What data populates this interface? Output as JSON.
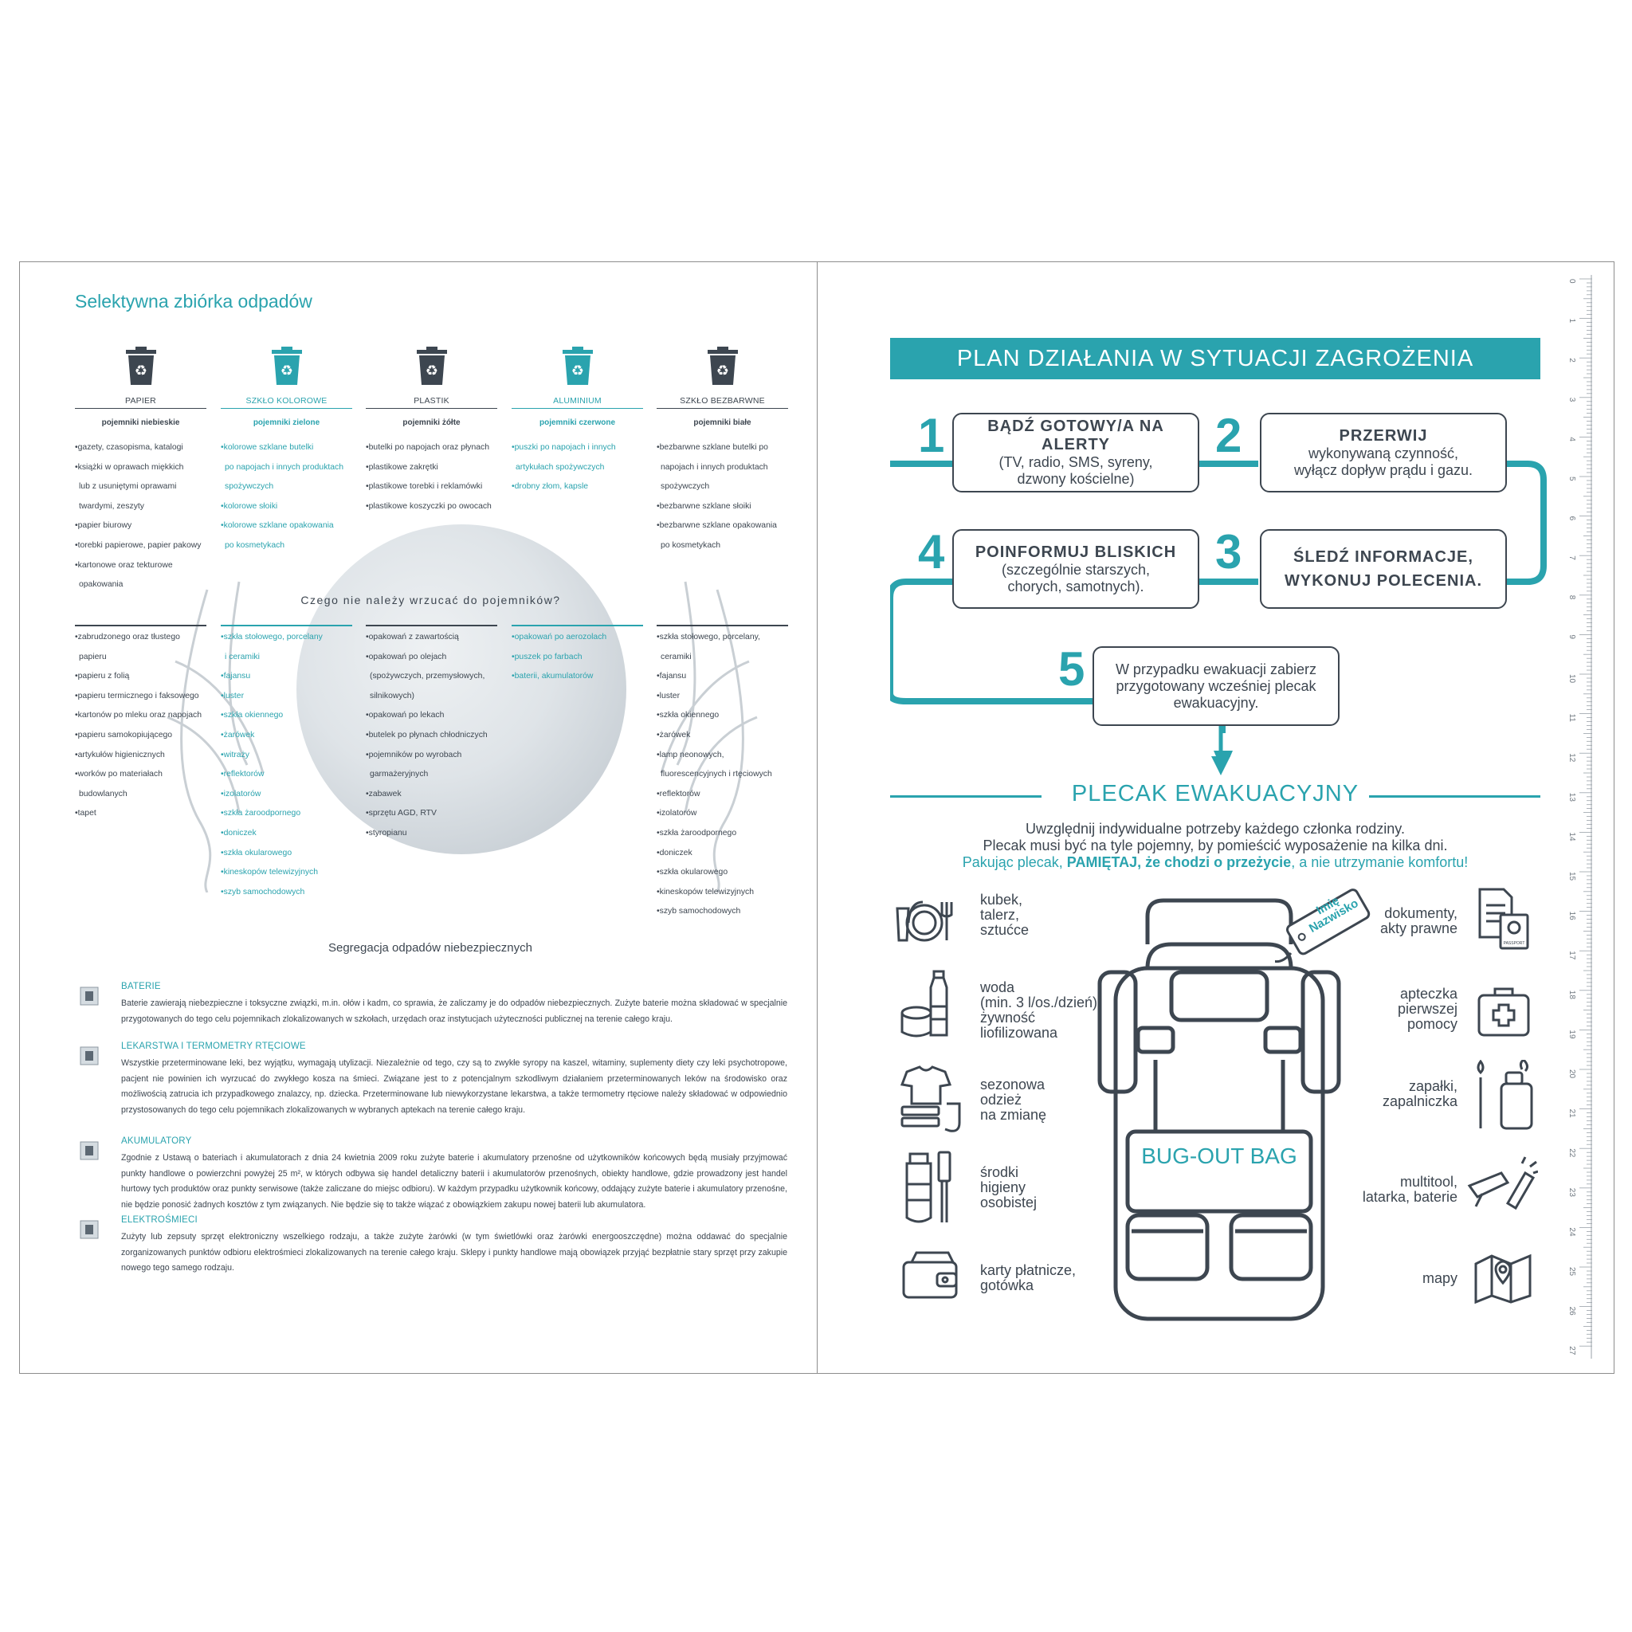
{
  "left": {
    "title": "Selektywna zbiórka odpadów",
    "bins": [
      {
        "name": "PAPIER",
        "sub": "pojemniki niebieskie",
        "teal": false,
        "items": [
          "•gazety, czasopisma, katalogi",
          "•książki w oprawach miękkich",
          "lub z usuniętymi oprawami",
          "twardymi, zeszyty",
          "•papier biurowy",
          "•torebki papierowe, papier pakowy",
          "•kartonowe oraz tekturowe",
          "opakowania"
        ]
      },
      {
        "name": "SZKŁO KOLOROWE",
        "sub": "pojemniki zielone",
        "teal": true,
        "items": [
          "•kolorowe szklane butelki",
          "po napojach i innych produktach",
          "spożywczych",
          "•kolorowe słoiki",
          "•kolorowe szklane opakowania",
          "po kosmetykach"
        ]
      },
      {
        "name": "PLASTIK",
        "sub": "pojemniki żółte",
        "teal": false,
        "items": [
          "•butelki po napojach oraz płynach",
          "•plastikowe zakrętki",
          "•plastikowe torebki i reklamówki",
          "•plastikowe koszyczki po owocach"
        ]
      },
      {
        "name": "ALUMINIUM",
        "sub": "pojemniki czerwone",
        "teal": true,
        "items": [
          "•puszki po napojach i innych",
          "artykułach spożywczych",
          "•drobny złom, kapsle"
        ]
      },
      {
        "name": "SZKŁO BEZBARWNE",
        "sub": "pojemniki białe",
        "teal": false,
        "items": [
          "•bezbarwne szklane butelki po",
          "napojach i innych produktach",
          "spożywczych",
          "•bezbarwne szklane słoiki",
          "•bezbarwne szklane opakowania",
          "po kosmetykach"
        ]
      }
    ],
    "do_not_heading": "Czego nie należy wrzucać do pojemników?",
    "do_not": [
      {
        "teal": false,
        "items": [
          "•zabrudzonego oraz tłustego",
          "papieru",
          "•papieru z folią",
          "•papieru termicznego i faksowego",
          "•kartonów po mleku oraz napojach",
          "•papieru samokopiującego",
          "•artykułów higienicznych",
          "•worków po materiałach",
          "budowlanych",
          "•tapet"
        ]
      },
      {
        "teal": true,
        "items": [
          "•szkła stołowego, porcelany",
          "i ceramiki",
          "•fajansu",
          "•luster",
          "•szkła okiennego",
          "•żarówek",
          "•witraży",
          "•reflektorów",
          "•izolatorów",
          "•szkła żaroodpornego",
          "•doniczek",
          "•szkła okularowego",
          "•kineskopów telewizyjnych",
          "•szyb samochodowych"
        ]
      },
      {
        "teal": false,
        "items": [
          "•opakowań z zawartością",
          "•opakowań po olejach",
          "(spożywczych, przemysłowych,",
          "silnikowych)",
          "•opakowań po lekach",
          "•butelek po płynach chłodniczych",
          "•pojemników po wyrobach",
          "garmażeryjnych",
          "•zabawek",
          "•sprzętu AGD, RTV",
          "•styropianu"
        ]
      },
      {
        "teal": true,
        "items": [
          "•opakowań po aerozolach",
          "•puszek po farbach",
          "•baterii, akumulatorów"
        ]
      },
      {
        "teal": false,
        "items": [
          "•szkła stołowego, porcelany,",
          "ceramiki",
          "•fajansu",
          "•luster",
          "•szkła okiennego",
          "•żarówek",
          "•lamp neonowych,",
          "fluorescencyjnych i rtęciowych",
          "•reflektorów",
          "•izolatorów",
          "•szkła żaroodpornego",
          "•doniczek",
          "•szkła okularowego",
          "•kineskopów telewizyjnych",
          "•szyb samochodowych"
        ]
      }
    ],
    "hazard_title": "Segregacja odpadów niebezpiecznych",
    "hazards": [
      {
        "head": "BATERIE",
        "icon": "battery-icon",
        "body": "Baterie zawierają niebezpieczne i toksyczne związki, m.in. ołów i kadm, co sprawia, że zaliczamy je do odpadów niebezpiecznych. Zużyte baterie można składować w specjalnie przygotowanych do tego celu pojemnikach zlokalizowanych w szkołach, urzędach oraz instytucjach użyteczności publicznej na terenie całego kraju."
      },
      {
        "head": "LEKARSTWA I TERMOMETRY RTĘCIOWE",
        "icon": "medicine-icon",
        "body": "Wszystkie przeterminowane leki, bez wyjątku, wymagają utylizacji. Niezależnie od tego, czy są to zwykłe syropy na kaszel, witaminy, suplementy diety czy leki psychotropowe, pacjent nie powinien ich wyrzucać do zwykłego kosza na śmieci. Związane jest to z potencjalnym szkodliwym działaniem przeterminowanych leków na środowisko oraz możliwością zatrucia ich przypadkowego znalazcy, np. dziecka. Przeterminowane lub niewykorzystane lekarstwa, a także termometry rtęciowe należy składować w odpowiednio przystosowanych do tego celu pojemnikach zlokalizowanych w wybranych aptekach na terenie całego kraju."
      },
      {
        "head": "AKUMULATORY",
        "icon": "accumulator-icon",
        "body": "Zgodnie z Ustawą o bateriach i akumulatorach z dnia 24 kwietnia 2009 roku zużyte baterie i akumulatory przenośne od użytkowników końcowych będą musiały przyjmować punkty handlowe o powierzchni powyżej 25 m², w których odbywa się handel detaliczny baterii i akumulatorów przenośnych, obiekty handlowe, gdzie prowadzony jest handel hurtowy tych produktów oraz punkty serwisowe (także zaliczane do miejsc odbioru). W każdym przypadku użytkownik końcowy, oddający zużyte baterie i akumulatory przenośne, nie będzie ponosić żadnych kosztów z tym związanych. Nie będzie się to także wiązać z obowiązkiem zakupu nowej baterii lub akumulatora."
      },
      {
        "head": "ELEKTROŚMIECI",
        "icon": "electronics-icon",
        "body": "Zużyty lub zepsuty sprzęt elektroniczny wszelkiego rodzaju, a także zużyte żarówki (w tym świetlówki oraz żarówki energooszczędne) można oddawać do specjalnie zorganizowanych punktów odbioru elektrośmieci zlokalizowanych na terenie całego kraju. Sklepy i punkty handlowe mają obowiązek przyjąć bezpłatnie stary sprzęt przy zakupie nowego tego samego rodzaju."
      }
    ]
  },
  "right": {
    "banner": "PLAN DZIAŁANIA W SYTUACJI ZAGROŻENIA",
    "steps": [
      {
        "num": "1",
        "title": "BĄDŹ GOTOWY/A NA ALERTY",
        "lines": [
          "(TV, radio, SMS, syreny,",
          "dzwony kościelne)"
        ]
      },
      {
        "num": "2",
        "title": "PRZERWIJ",
        "lines": [
          "wykonywaną czynność,",
          "wyłącz dopływ prądu i gazu."
        ]
      },
      {
        "num": "3",
        "title": "ŚLEDŹ INFORMACJE,",
        "title2": "WYKONUJ POLECENIA."
      },
      {
        "num": "4",
        "title": "POINFORMUJ BLISKICH",
        "lines": [
          "(szczególnie starszych,",
          "chorych, samotnych)."
        ]
      },
      {
        "num": "5",
        "lines": [
          "W przypadku ewakuacji zabierz",
          "przygotowany wcześniej plecak",
          "ewakuacyjny."
        ]
      }
    ],
    "plecak_title": "PLECAK EWAKUACYJNY",
    "plecak_intro": {
      "line1": "Uwzględnij indywidualne potrzeby każdego członka rodziny.",
      "line2": "Plecak musi być na tyle pojemny, by pomieścić wyposażenie na kilka dni.",
      "line3a": "Pakując plecak, ",
      "line3b": "PAMIĘTAJ, że chodzi o przeżycie",
      "line3c": ", a nie utrzymanie komfortu!"
    },
    "bag_label": "BUG-OUT BAG",
    "tag_line1": "Imię",
    "tag_line2": "Nazwisko",
    "passport": "PASSPORT",
    "left_items": [
      {
        "icon": "tableware-icon",
        "lines": [
          "kubek,",
          "talerz,",
          "sztućce"
        ]
      },
      {
        "icon": "water-food-icon",
        "lines": [
          "woda",
          "(min. 3 l/os./dzień),",
          "żywność",
          "liofilizowana"
        ]
      },
      {
        "icon": "clothes-icon",
        "lines": [
          "sezonowa",
          "odzież",
          "na zmianę"
        ]
      },
      {
        "icon": "hygiene-icon",
        "lines": [
          "środki",
          "higieny",
          "osobistej"
        ]
      },
      {
        "icon": "wallet-icon",
        "lines": [
          "karty płatnicze,",
          "gotówka"
        ]
      }
    ],
    "right_items": [
      {
        "icon": "documents-icon",
        "lines": [
          "dokumenty,",
          "akty prawne"
        ]
      },
      {
        "icon": "first-aid-icon",
        "lines": [
          "apteczka",
          "pierwszej",
          "pomocy"
        ]
      },
      {
        "icon": "matches-lighter-icon",
        "lines": [
          "zapałki,",
          "zapalniczka"
        ]
      },
      {
        "icon": "multitool-icon",
        "lines": [
          "multitool,",
          "latarka, baterie"
        ]
      },
      {
        "icon": "map-icon",
        "lines": [
          "mapy"
        ]
      }
    ],
    "ruler_labels": [
      "0",
      "1",
      "2",
      "3",
      "4",
      "5",
      "6",
      "7",
      "8",
      "9",
      "10",
      "11",
      "12",
      "13",
      "14",
      "15",
      "16",
      "17",
      "18",
      "19",
      "20",
      "21",
      "22",
      "23",
      "24",
      "25",
      "26",
      "27"
    ]
  },
  "colors": {
    "accent": "#2aa3ae",
    "ink": "#3d4650"
  }
}
